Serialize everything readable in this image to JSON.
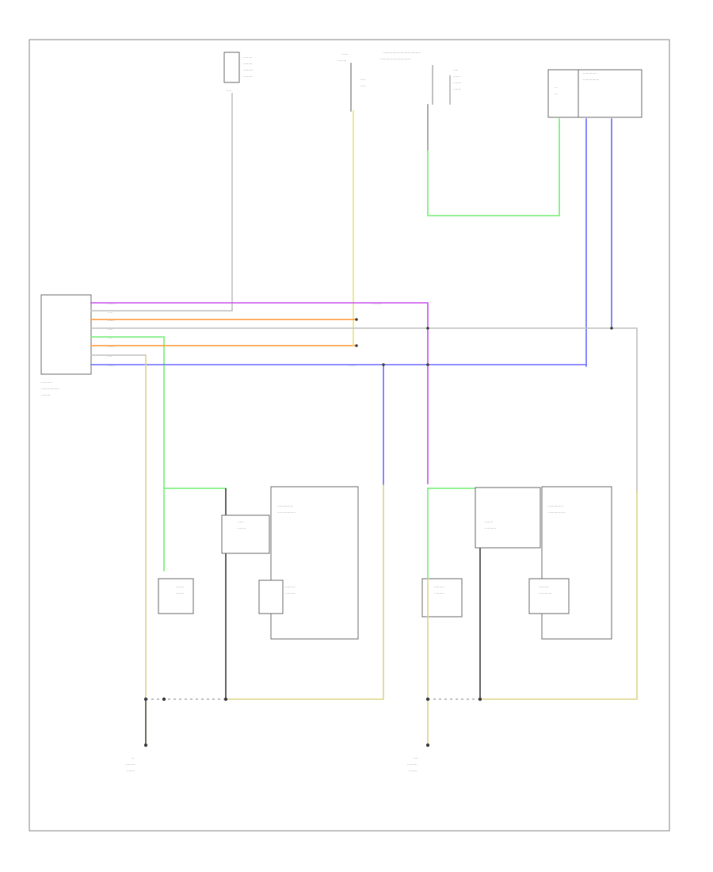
{
  "diagram_id": "",
  "colors": {
    "violet": "#cc55ee",
    "gray": "#c2c2c2",
    "orange": "#ff9a3a",
    "blue": "#7070ff",
    "green": "#77ee77",
    "yellow": "#e6e67a",
    "tan": "#ddd58a",
    "black": "#333333"
  },
  "components": {
    "front_seat_module": {
      "label": "FRONT SEAT HEATER CONTROL MODULE"
    },
    "ignition_feed": {
      "label": "HOT IN RUN OR START"
    },
    "hot_at_all_times": {
      "label": "HOT AT ALL TIMES"
    },
    "fuse_box": {
      "label": "FUSE"
    },
    "electronic_module": {
      "label": "ELECTRONIC CONTROL MODULE"
    },
    "left_seat_back": {
      "label": "DRIVER SEAT BACK HEATER"
    },
    "left_seat_cushion": {
      "label": "DRIVER SEAT CUSHION HEATER"
    },
    "left_seat_assembly": {
      "label": "DRIVER SEAT HEATER ASSEMBLY"
    },
    "right_seat_back": {
      "label": "PASSENGER SEAT BACK HEATER"
    },
    "right_seat_cushion": {
      "label": "PASSENGER SEAT CUSHION HEATER"
    },
    "right_seat_assembly": {
      "label": "PASSENGER SEAT HEATER ASSEMBLY"
    },
    "ground_left": {
      "label": "G1"
    },
    "ground_right": {
      "label": "G2"
    }
  }
}
